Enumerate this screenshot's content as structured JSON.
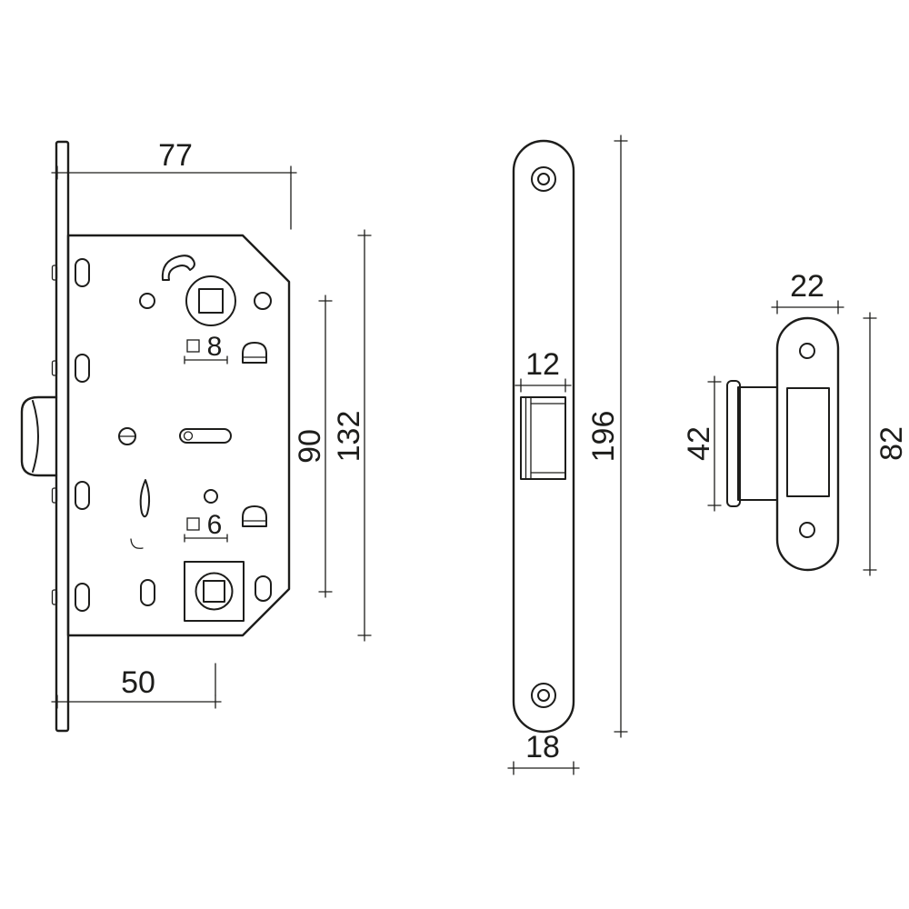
{
  "colors": {
    "line": "#1d1d1b",
    "background": "#ffffff"
  },
  "dims": {
    "lock_width": "77",
    "spindle_square": "8",
    "screw_spacing": "90",
    "case_height": "132",
    "turn_square": "6",
    "backset": "50",
    "latch_width": "12",
    "faceplate_length": "196",
    "faceplate_width": "18",
    "strike_width": "22",
    "strike_box": "42",
    "strike_length": "82"
  }
}
